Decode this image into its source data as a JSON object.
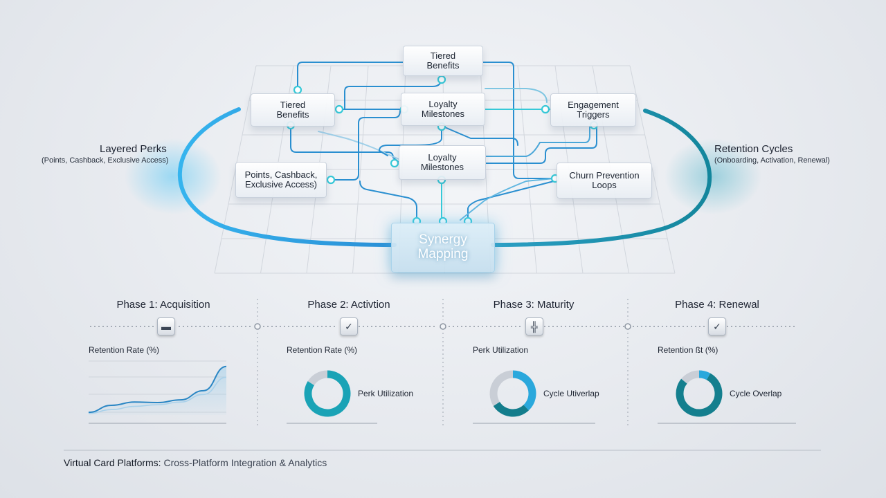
{
  "diagram": {
    "hub": {
      "label": "Synergy\nMapping"
    },
    "nodes": [
      {
        "id": "tiered-top",
        "label": "Tiered\nBenefits"
      },
      {
        "id": "tiered-left",
        "label": "Tiered\nBenefits"
      },
      {
        "id": "loyalty-top",
        "label": "Loyalty\nMilestones"
      },
      {
        "id": "engagement",
        "label": "Engagement\nTriggers"
      },
      {
        "id": "loyalty-mid",
        "label": "Loyalty\nMilestones"
      },
      {
        "id": "points",
        "label": "Points, Cashback,\nExclusive Access)"
      },
      {
        "id": "churn",
        "label": "Churn Prevention\nLoops"
      }
    ],
    "left_arc": {
      "title": "Layered Perks",
      "subtitle": "(Points, Cashback, Exclusive Access)",
      "color": "#3ab0e8"
    },
    "right_arc": {
      "title": "Retention Cycles",
      "subtitle": "(Onboarding, Activation, Renewal)",
      "color": "#1b8ea5"
    },
    "line_color": "#2a8fd0",
    "accent_color": "#36c9d8"
  },
  "phases": [
    {
      "title": "Phase 1: Acquisition",
      "icon": "card-icon",
      "glyph": "▬",
      "metric_label": "Retention Rate (%)",
      "side_label": ""
    },
    {
      "title": "Phase 2: Activtion",
      "icon": "check-icon",
      "glyph": "✓",
      "metric_label": "Retention Rate (%)",
      "side_label": "Perk Utilization"
    },
    {
      "title": "Phase 3: Maturity",
      "icon": "grid-icon",
      "glyph": "╬",
      "metric_label": "Perk Utilization",
      "side_label": "Cycle Utiverlap"
    },
    {
      "title": "Phase 4: Renewal",
      "icon": "check-icon",
      "glyph": "✓",
      "metric_label": "Retention ßt (%)",
      "side_label": "Cycle Overlap"
    }
  ],
  "chart_data": [
    {
      "type": "line",
      "ylabel": "Retention Rate (%)",
      "series": [
        {
          "name": "",
          "values": [
            5,
            18,
            24,
            23,
            28,
            45,
            90
          ]
        },
        {
          "name": "",
          "values": [
            3,
            10,
            16,
            19,
            24,
            38,
            70
          ]
        }
      ]
    },
    {
      "type": "pie",
      "values": [
        84,
        16
      ],
      "colors": [
        "#1aa3b6",
        "#c9ced6"
      ]
    },
    {
      "type": "pie",
      "values": [
        38,
        28,
        34
      ],
      "colors": [
        "#2aa8dc",
        "#137d8c",
        "#c9ced6"
      ]
    },
    {
      "type": "pie",
      "values": [
        8,
        78,
        14
      ],
      "colors": [
        "#2aa8dc",
        "#147f8e",
        "#c9ced6"
      ]
    }
  ],
  "footer": {
    "title_strong": "Virtual Card Platforms:",
    "title_rest": " Cross-Platform Integration & Analytics"
  }
}
